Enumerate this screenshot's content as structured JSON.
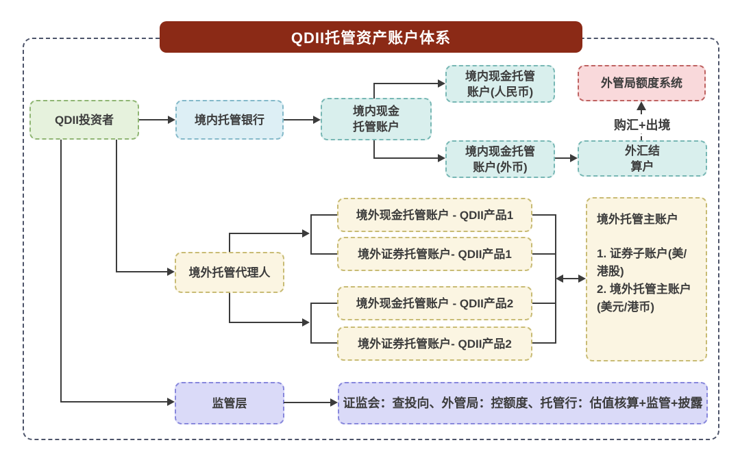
{
  "title": "QDII托管资产账户体系",
  "nodes": {
    "investor": {
      "label": "QDII投资者"
    },
    "domestic_custodian_bank": {
      "label": "境内托管银行"
    },
    "domestic_cash_account": {
      "label": "境内现金\n托管账户"
    },
    "domestic_cash_rmb": {
      "label": "境内现金托管\n账户(人民币)"
    },
    "domestic_cash_fx": {
      "label": "境内现金托管\n账户(外币)"
    },
    "safe_quota_system": {
      "label": "外管局额度系统"
    },
    "fx_settlement_account": {
      "label": "外汇结\n算户"
    },
    "overseas_agent": {
      "label": "境外托管代理人"
    },
    "offshore_cash_p1": {
      "label": "境外现金托管账户 - QDII产品1"
    },
    "offshore_securities_p1": {
      "label": "境外证券托管账户- QDII产品1"
    },
    "offshore_cash_p2": {
      "label": "境外现金托管账户 - QDII产品2"
    },
    "offshore_securities_p2": {
      "label": "境外证券托管账户- QDII产品2"
    },
    "offshore_master_account": {
      "title": "境外托管主账户",
      "item1": "1. 证券子账户(美/港股)",
      "item2": "2. 境外托管主账户(美元/港币)"
    },
    "regulator": {
      "label": "监管层"
    },
    "regulator_detail": {
      "label": "证监会：查投向、外管局：控额度、托管行：估值核算+监管+披露"
    }
  },
  "edge_labels": {
    "purchase_outbound": "购汇+出境"
  },
  "colors": {
    "title_bg": "#8b2a16",
    "outer_border": "#4b5268",
    "green": "#e6f2dd",
    "green_border": "#8fb573",
    "blue": "#ddeff5",
    "blue_border": "#83b9c9",
    "cyan": "#d9efed",
    "cyan_border": "#77b7b4",
    "pink": "#f9d9db",
    "pink_border": "#be6261",
    "cream": "#fbf5e2",
    "cream_border": "#c8bb74",
    "purple": "#dadaf8",
    "purple_border": "#8787dc",
    "line": "#3b3b3b"
  }
}
